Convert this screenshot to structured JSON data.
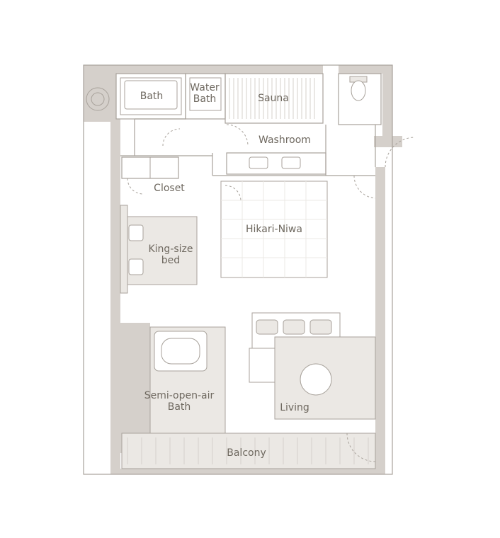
{
  "plan": {
    "rooms": [
      {
        "id": "bath",
        "label": "Bath"
      },
      {
        "id": "water-bath",
        "label": "Water\nBath"
      },
      {
        "id": "sauna",
        "label": "Sauna"
      },
      {
        "id": "washroom",
        "label": "Washroom"
      },
      {
        "id": "closet",
        "label": "Closet"
      },
      {
        "id": "hikari-niwa",
        "label": "Hikari-Niwa"
      },
      {
        "id": "king-bed",
        "label": "King-size\nbed"
      },
      {
        "id": "semi-open-air-bath",
        "label": "Semi-open-air\nBath"
      },
      {
        "id": "living",
        "label": "Living"
      },
      {
        "id": "balcony",
        "label": "Balcony"
      }
    ],
    "colors": {
      "wall": "#d5d0cb",
      "outline": "#a8a29b",
      "fixture": "#ebe8e4",
      "floor": "#ffffff",
      "text": "#6e685f"
    }
  }
}
